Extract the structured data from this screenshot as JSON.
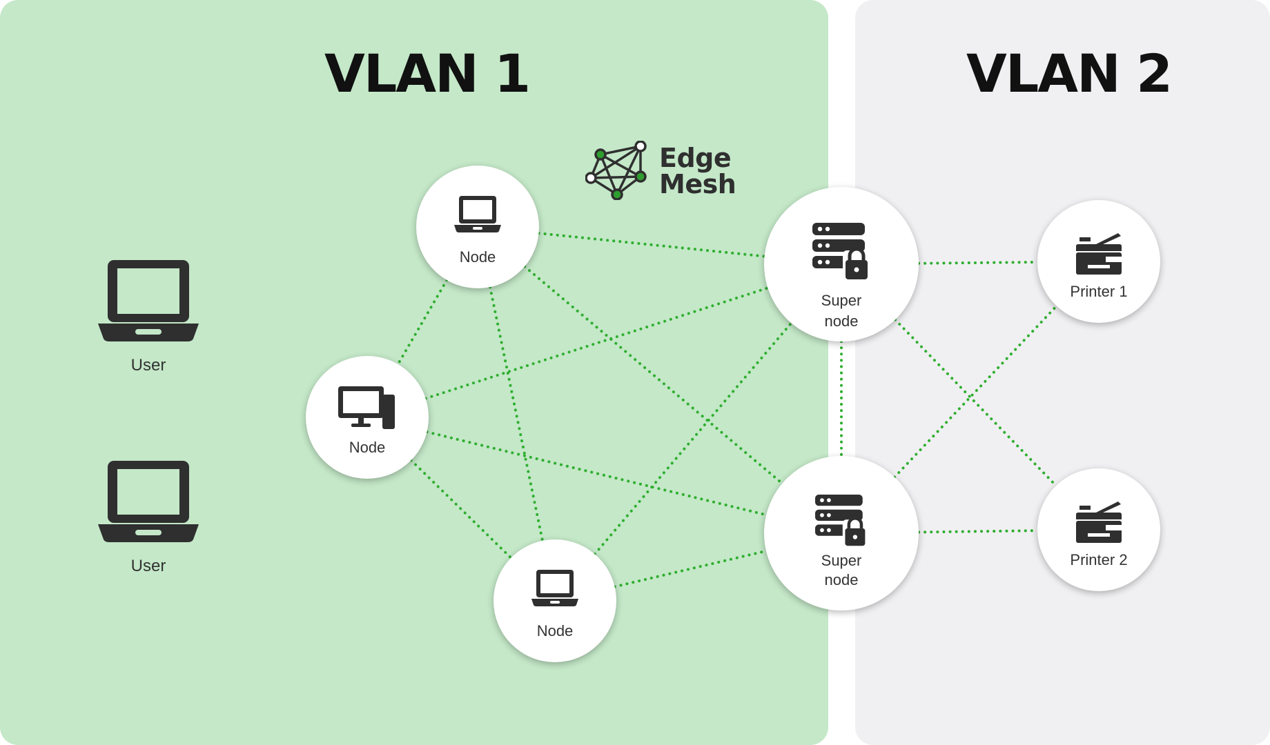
{
  "zones": {
    "vlan1": {
      "title": "VLAN 1",
      "color": "#c4e8c8"
    },
    "vlan2": {
      "title": "VLAN 2",
      "color": "#f0f0f2"
    }
  },
  "logo": {
    "text": "Edge\nMesh",
    "icon": "mesh-network-icon"
  },
  "users": [
    {
      "label": "User",
      "icon": "laptop-icon"
    },
    {
      "label": "User",
      "icon": "laptop-icon"
    }
  ],
  "nodes": {
    "node_top": {
      "label": "Node",
      "icon": "laptop-icon"
    },
    "node_left": {
      "label": "Node",
      "icon": "desktop-computers-icon"
    },
    "node_bottom": {
      "label": "Node",
      "icon": "laptop-icon"
    },
    "supernode_top": {
      "label": "Super\nnode",
      "icon": "secure-server-icon"
    },
    "supernode_bottom": {
      "label": "Super\nnode",
      "icon": "secure-server-icon"
    },
    "printer1": {
      "label": "Printer 1",
      "icon": "printer-icon"
    },
    "printer2": {
      "label": "Printer 2",
      "icon": "printer-icon"
    }
  },
  "connections": [
    [
      "node_top",
      "supernode_top"
    ],
    [
      "node_top",
      "node_left"
    ],
    [
      "node_top",
      "node_bottom"
    ],
    [
      "node_top",
      "supernode_bottom"
    ],
    [
      "node_left",
      "supernode_top"
    ],
    [
      "node_left",
      "supernode_bottom"
    ],
    [
      "node_left",
      "node_bottom"
    ],
    [
      "node_bottom",
      "supernode_top"
    ],
    [
      "node_bottom",
      "supernode_bottom"
    ],
    [
      "supernode_top",
      "supernode_bottom"
    ],
    [
      "supernode_top",
      "printer1"
    ],
    [
      "supernode_top",
      "printer2"
    ],
    [
      "supernode_bottom",
      "printer1"
    ],
    [
      "supernode_bottom",
      "printer2"
    ]
  ],
  "colors": {
    "link": "#2fae2f",
    "icon": "#2f2f2f",
    "accent": "#2e9e2e"
  }
}
